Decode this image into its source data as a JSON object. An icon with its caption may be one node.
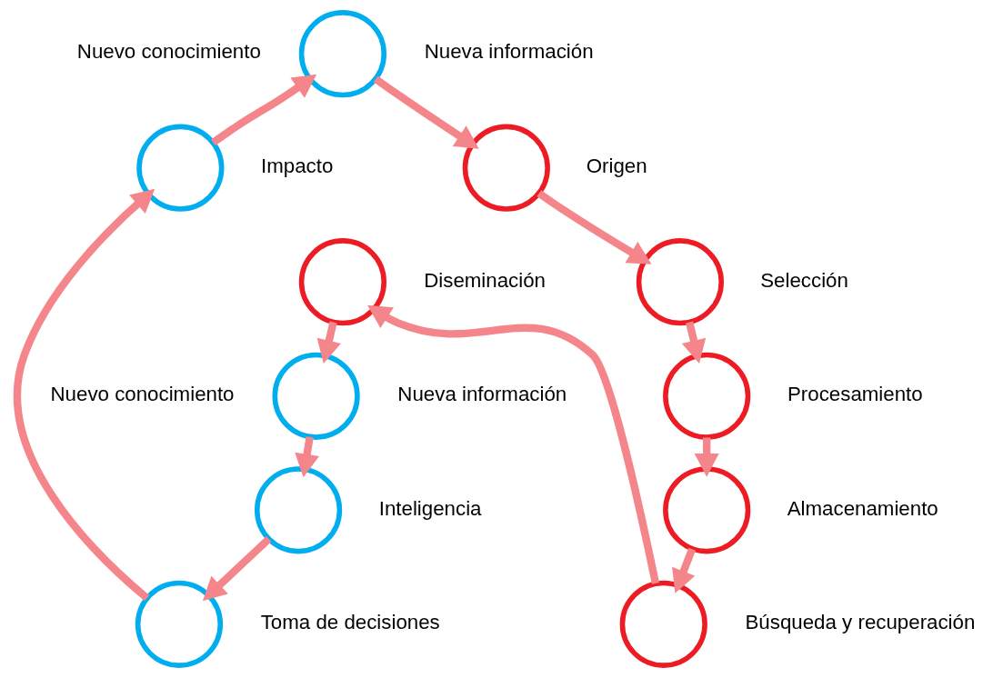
{
  "diagram": {
    "nodes": [
      {
        "text": [],
        "shape": "circle",
        "beside": [
          "Nuevo conocimiento",
          "Nueva información"
        ]
      },
      {
        "text": [],
        "shape": "circle",
        "beside": [
          "Impacto"
        ]
      },
      {
        "text": [],
        "shape": "circle",
        "beside": [
          "Toma de decisiones"
        ]
      },
      {
        "text": [],
        "shape": "circle",
        "beside": [
          "Inteligencia"
        ]
      },
      {
        "text": [],
        "shape": "circle",
        "beside": [
          "Nuevo conocimiento",
          "Nueva información"
        ]
      },
      {
        "text": [],
        "shape": "circle",
        "beside": [
          "Origen"
        ]
      },
      {
        "text": [],
        "shape": "circle",
        "beside": [
          "Selección"
        ]
      },
      {
        "text": [],
        "shape": "circle",
        "beside": [
          "Procesamiento"
        ]
      },
      {
        "text": [],
        "shape": "circle",
        "beside": [
          "Almacenamiento"
        ]
      },
      {
        "text": [],
        "shape": "circle",
        "beside": [
          "Búsqueda y recuperación"
        ]
      },
      {
        "text": [],
        "shape": "circle",
        "beside": [
          "Diseminación"
        ]
      }
    ],
    "edges": [
      {
        "from": 1,
        "to": 0,
        "arrow": "to"
      },
      {
        "from": 0,
        "to": 5,
        "arrow": "to"
      },
      {
        "from": 5,
        "to": 6,
        "arrow": "to"
      },
      {
        "from": 6,
        "to": 7,
        "arrow": "to"
      },
      {
        "from": 7,
        "to": 8,
        "arrow": "to"
      },
      {
        "from": 8,
        "to": 9,
        "arrow": "to"
      },
      {
        "from": 9,
        "to": 10,
        "arrow": "to"
      },
      {
        "from": 10,
        "to": 4,
        "arrow": "to"
      },
      {
        "from": 4,
        "to": 3,
        "arrow": "to"
      },
      {
        "from": 3,
        "to": 2,
        "arrow": "to"
      },
      {
        "from": 2,
        "to": 1,
        "arrow": "to"
      }
    ]
  }
}
